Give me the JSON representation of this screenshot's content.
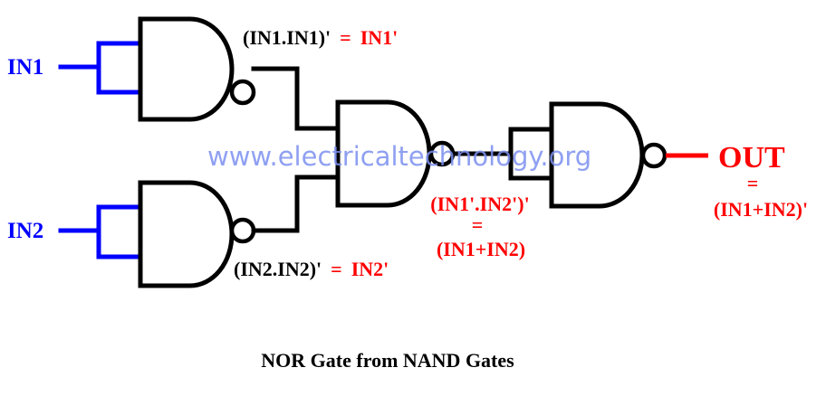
{
  "diagram": {
    "title": "NOR Gate from NAND Gates",
    "watermark": "www.electricaltechnology.org",
    "inputs": [
      {
        "label": "IN1",
        "color": "#0000ff"
      },
      {
        "label": "IN2",
        "color": "#0000ff"
      }
    ],
    "gates": [
      {
        "id": "nand-1",
        "type": "NAND",
        "inputs": [
          "IN1",
          "IN1"
        ],
        "output_expr": "(IN1.IN1)'",
        "equals": "=",
        "simplified": "IN1'"
      },
      {
        "id": "nand-2",
        "type": "NAND",
        "inputs": [
          "IN2",
          "IN2"
        ],
        "output_expr": "(IN2.IN2)'",
        "equals": "=",
        "simplified": "IN2'"
      },
      {
        "id": "nand-3",
        "type": "NAND",
        "inputs": [
          "IN1'",
          "IN2'"
        ],
        "output_expr": "(IN1'.IN2')'",
        "equals": "=",
        "simplified": "(IN1+IN2)"
      },
      {
        "id": "nand-4",
        "type": "NAND",
        "inputs": [
          "(IN1+IN2)",
          "(IN1+IN2)"
        ],
        "output_expr": "OUT",
        "equals": "=",
        "simplified": "(IN1+IN2)'"
      }
    ],
    "output": {
      "label": "OUT",
      "equals": "=",
      "expression": "(IN1+IN2)'",
      "color": "#ff0000"
    },
    "colors": {
      "input_wires": "#0000ff",
      "output_wire": "#ff0000",
      "gate_stroke": "#000000",
      "highlight_text": "#ff0000",
      "watermark": "#7b8ff0"
    }
  }
}
